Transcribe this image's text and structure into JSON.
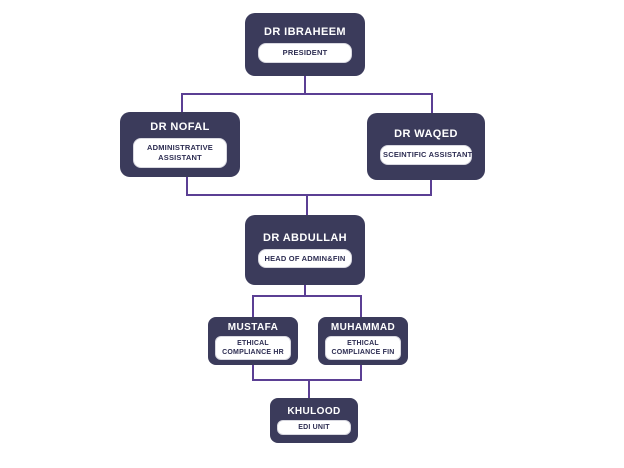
{
  "org": {
    "nodes": [
      {
        "name": "DR IBRAHEEM",
        "role": "PRESIDENT"
      },
      {
        "name": "DR NOFAL",
        "role": "ADMINISTRATIVE ASSISTANT"
      },
      {
        "name": "DR WAQED",
        "role": "SCEINTIFIC ASSISTANT"
      },
      {
        "name": "DR ABDULLAH",
        "role": "HEAD OF ADMIN&FIN"
      },
      {
        "name": "MUSTAFA",
        "role": "ETHICAL COMPLIANCE HR"
      },
      {
        "name": "MUHAMMAD",
        "role": "ETHICAL COMPLIANCE FIN"
      },
      {
        "name": "KHULOOD",
        "role": "EDI UNIT"
      }
    ],
    "edges": [
      {
        "from": "DR IBRAHEEM",
        "to": "DR NOFAL"
      },
      {
        "from": "DR IBRAHEEM",
        "to": "DR WAQED"
      },
      {
        "from": "DR NOFAL",
        "to": "DR ABDULLAH"
      },
      {
        "from": "DR WAQED",
        "to": "DR ABDULLAH"
      },
      {
        "from": "DR ABDULLAH",
        "to": "MUSTAFA"
      },
      {
        "from": "DR ABDULLAH",
        "to": "MUHAMMAD"
      },
      {
        "from": "MUSTAFA",
        "to": "KHULOOD"
      },
      {
        "from": "MUHAMMAD",
        "to": "KHULOOD"
      }
    ],
    "colors": {
      "node_background": "#3b3b5b",
      "node_title_text": "#ffffff",
      "role_pill_background": "#ffffff",
      "role_pill_text": "#2d2d52",
      "connector": "#5b3f94",
      "page_background": "#ffffff"
    }
  }
}
